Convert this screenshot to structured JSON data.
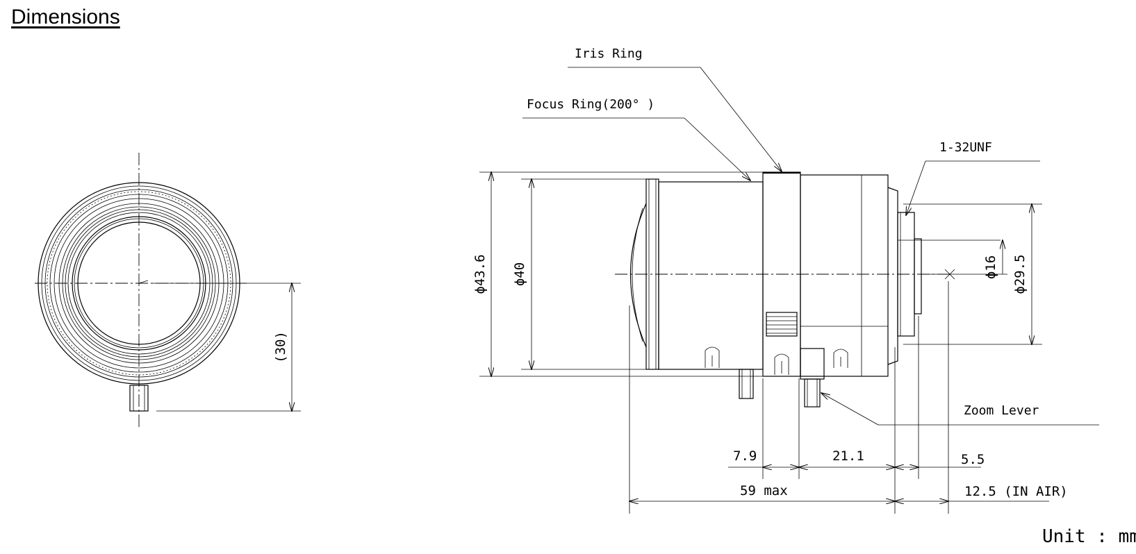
{
  "header": {
    "title": "Dimensions"
  },
  "footer": {
    "unit": "Unit : mm"
  },
  "labels": {
    "iris_ring": "Iris Ring",
    "focus_ring": "Focus Ring(200° )",
    "thread": "1-32UNF",
    "zoom_lever": "Zoom Lever"
  },
  "dimensions": {
    "front_height": "(30)",
    "dia_43_6": "ϕ43.6",
    "dia_40": "ϕ40",
    "dia_16": "ϕ16",
    "dia_29_5": "ϕ29.5",
    "len_7_9": "7.9",
    "len_21_1": "21.1",
    "len_5_5": "5.5",
    "len_59": "59 max",
    "len_12_5": "12.5 (IN AIR)"
  }
}
